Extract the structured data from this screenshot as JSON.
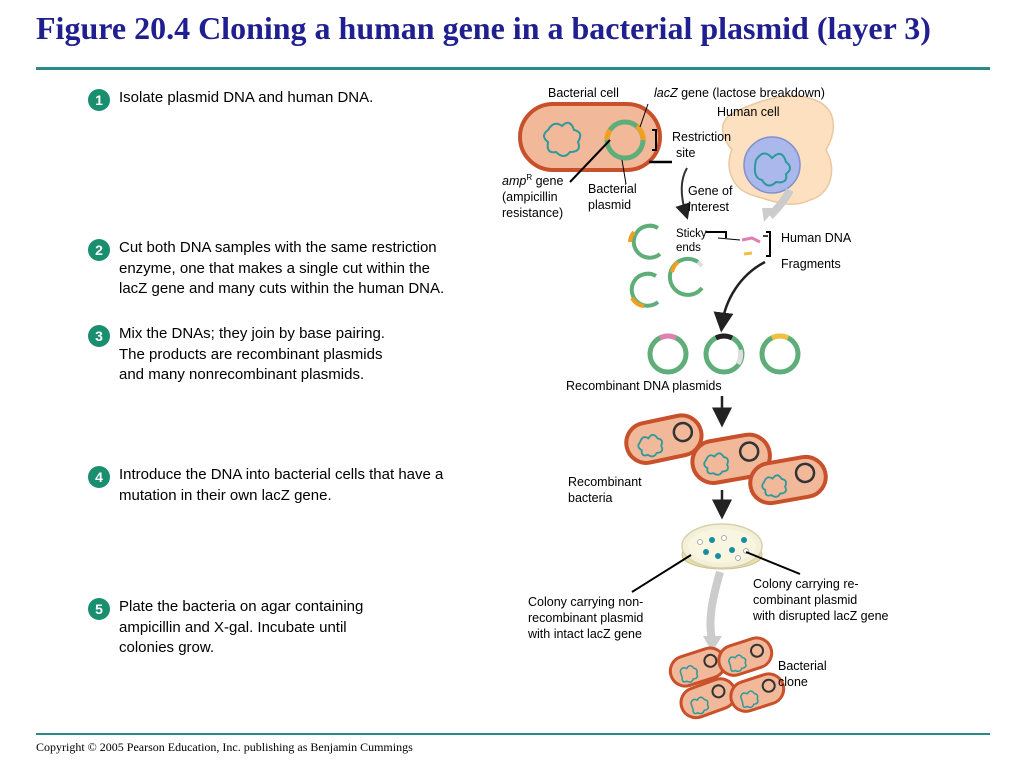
{
  "title": "Figure 20.4 Cloning a human gene in a bacterial plasmid (layer 3)",
  "copyright": "Copyright © 2005 Pearson Education, Inc. publishing as Benjamin Cummings",
  "steps": [
    {
      "num": "1",
      "lines": [
        "Isolate plasmid DNA and human DNA."
      ]
    },
    {
      "num": "2",
      "lines": [
        "Cut both DNA samples with the same restriction",
        "enzyme, one that makes a single cut within the",
        "lacZ gene and many cuts within the human DNA."
      ]
    },
    {
      "num": "3",
      "lines": [
        "Mix the DNAs; they join by base pairing.",
        "The products are recombinant plasmids",
        "and many nonrecombinant plasmids."
      ]
    },
    {
      "num": "4",
      "lines": [
        "Introduce the DNA into bacterial cells that have a",
        "mutation in their own lacZ gene."
      ]
    },
    {
      "num": "5",
      "lines": [
        "Plate the bacteria on agar containing",
        "ampicillin and X-gal. Incubate until",
        "colonies grow."
      ]
    }
  ],
  "labels": {
    "bacterial_cell": "Bacterial cell",
    "lacz_gene_italic": "lacZ",
    "lacz_gene_rest": " gene (lactose breakdown)",
    "human_cell": "Human cell",
    "restriction_site": [
      "Restriction",
      "site"
    ],
    "ampr_italic": "amp",
    "ampr_sup": "R",
    "ampr_rest": " gene",
    "ampr_lines": [
      "(ampicillin",
      "resistance)"
    ],
    "bacterial_plasmid": [
      "Bacterial",
      "plasmid"
    ],
    "gene_of_interest": [
      "Gene of",
      "interest"
    ],
    "sticky_ends": [
      "Sticky",
      "ends"
    ],
    "human_dna": "Human DNA",
    "fragments": "Fragments",
    "recombinant_dna_plasmids": "Recombinant DNA plasmids",
    "recombinant_bacteria": [
      "Recombinant",
      "bacteria"
    ],
    "colony_recombinant": [
      "Colony carrying re-",
      "combinant plasmid",
      "with disrupted lacZ gene"
    ],
    "colony_nonrecombinant": [
      "Colony carrying non-",
      "recombinant plasmid",
      "with intact lacZ gene"
    ],
    "bacterial_clone": [
      "Bacterial",
      "clone"
    ]
  },
  "colors": {
    "title": "#1f1f8f",
    "rule": "#2a8a8a",
    "step_badge": "#1a8f6f",
    "cell_fill": "#f2b89a",
    "cell_stroke": "#c8502a",
    "plasmid": "#5fae7a",
    "human_cell": "#fde0c0",
    "nucleus": "#aab8ec",
    "dna": "#2c9a9a",
    "lacz": "#f0a020",
    "human_gene": "#e080b0"
  }
}
